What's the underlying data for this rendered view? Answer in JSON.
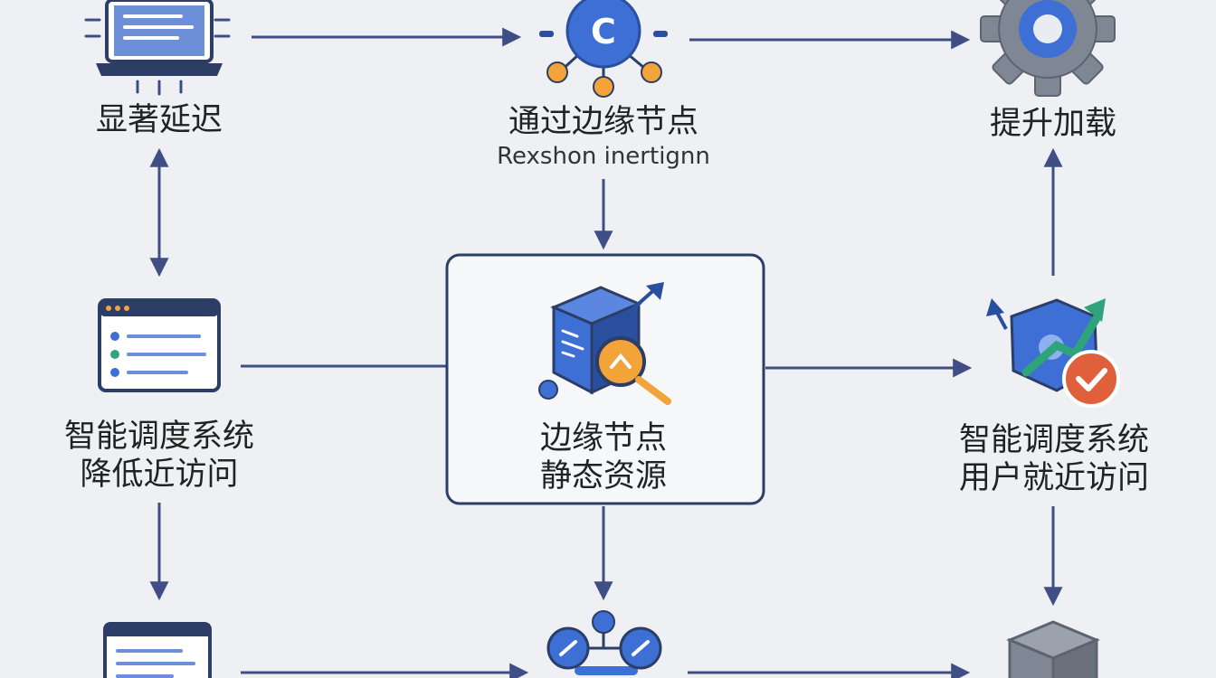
{
  "nodes": {
    "top_left": {
      "lines": [
        "显著延迟"
      ]
    },
    "top_center": {
      "lines": [
        "通过边缘节点"
      ],
      "subtitle": "Rexshon inertignn"
    },
    "top_right": {
      "lines": [
        "提升加载"
      ]
    },
    "mid_left": {
      "lines": [
        "智能调度系统",
        "降低近访问"
      ]
    },
    "center": {
      "lines": [
        "边缘节点",
        "静态资源"
      ]
    },
    "mid_right": {
      "lines": [
        "智能调度系统",
        "用户就近访问"
      ]
    }
  },
  "colors": {
    "blue": "#3d6fd4",
    "dark_blue": "#2a4f9e",
    "orange": "#f2a33a",
    "green": "#2fa37a",
    "red_orange": "#e0603b",
    "gray": "#8a8f99",
    "arrow": "#3f4f86",
    "box_border": "#2c3e66"
  },
  "icons": {
    "top_left": "laptop-icon",
    "top_center": "node-hub-icon",
    "top_right": "gear-icon",
    "mid_left": "browser-list-icon",
    "center": "cube-search-icon",
    "mid_right": "cube-growth-check-icon",
    "bottom_left": "browser-icon",
    "bottom_center": "connected-nodes-icon",
    "bottom_right": "cube-icon"
  }
}
